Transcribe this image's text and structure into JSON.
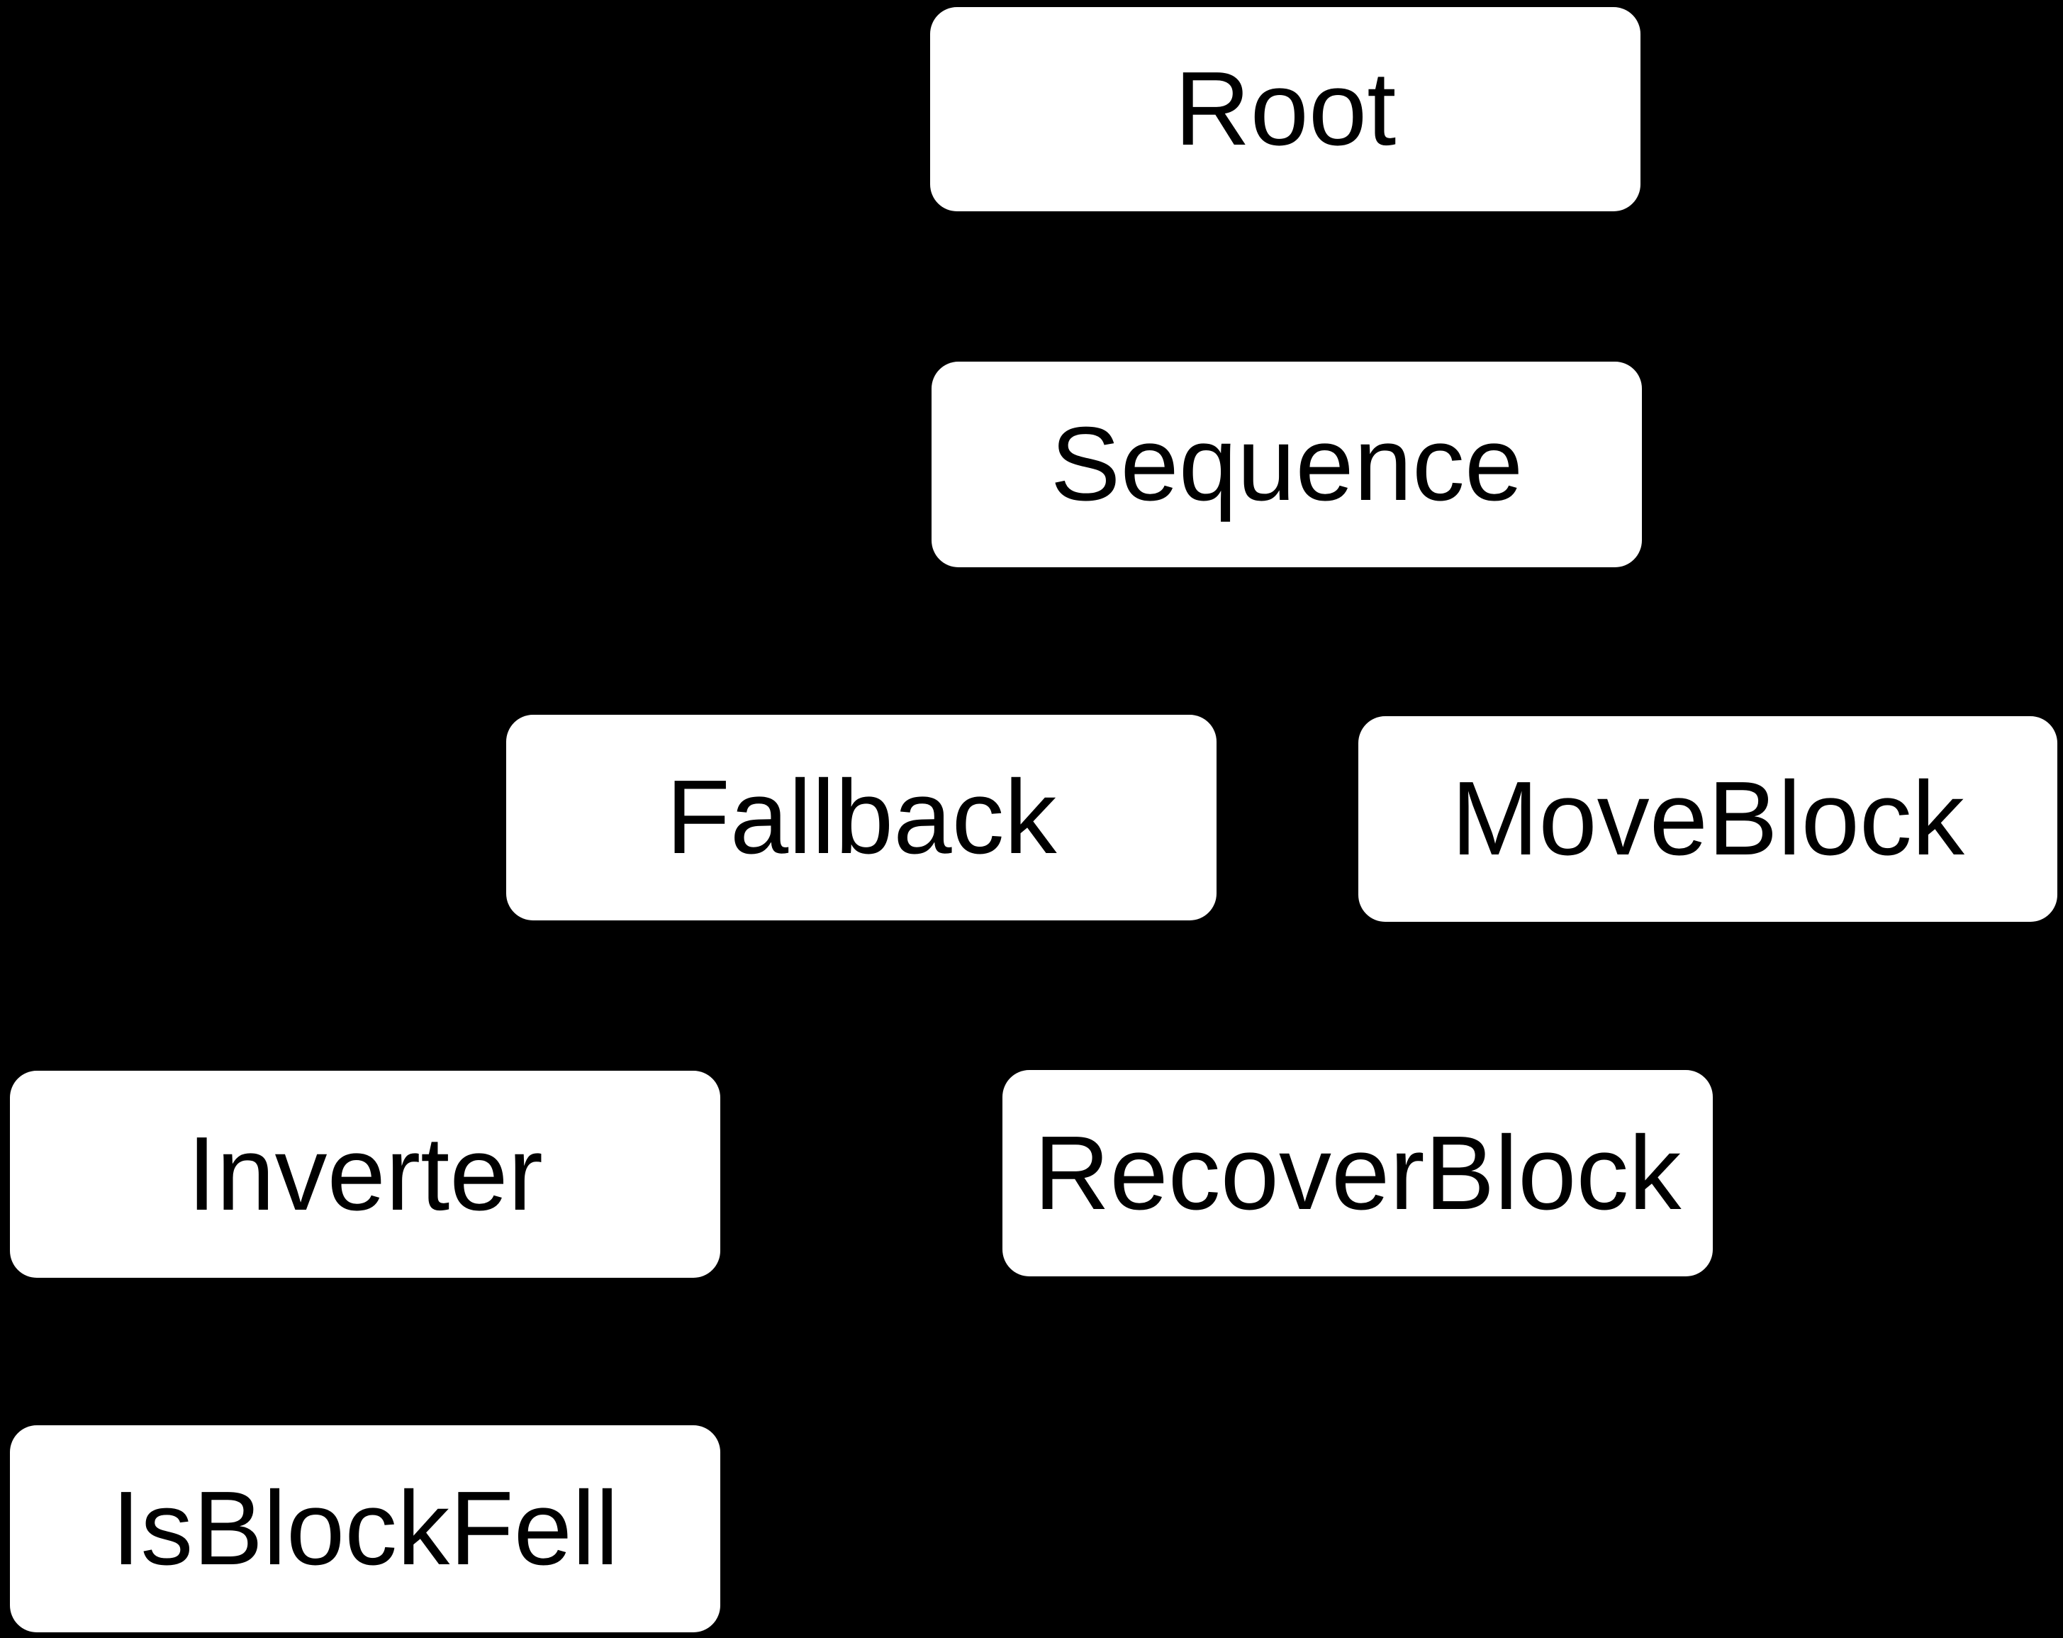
{
  "diagram": {
    "type": "behavior-tree",
    "background_color": "#000000",
    "node_fill_color": "#ffffff",
    "node_text_color": "#000000",
    "nodes": [
      {
        "id": "root",
        "label": "Root"
      },
      {
        "id": "sequence",
        "label": "Sequence"
      },
      {
        "id": "fallback",
        "label": "Fallback"
      },
      {
        "id": "moveblock",
        "label": "MoveBlock"
      },
      {
        "id": "inverter",
        "label": "Inverter"
      },
      {
        "id": "recoverblock",
        "label": "RecoverBlock"
      },
      {
        "id": "isblockfell",
        "label": "IsBlockFell"
      }
    ]
  }
}
